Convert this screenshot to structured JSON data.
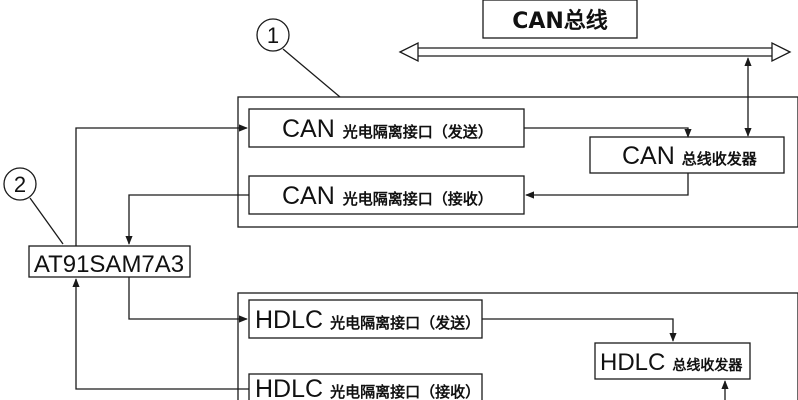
{
  "bus_title": "CAN总线",
  "markers": {
    "m1": "1",
    "m2": "2"
  },
  "mcu": "AT91SAM7A3",
  "can": {
    "tx": {
      "prefix": "CAN",
      "text": "光电隔离接口（发送）"
    },
    "rx": {
      "prefix": "CAN",
      "text": "光电隔离接口（接收）"
    },
    "transceiver": {
      "prefix": "CAN",
      "text": "总线收发器"
    }
  },
  "hdlc": {
    "tx": {
      "prefix": "HDLC",
      "text": "光电隔离接口（发送）"
    },
    "rx": {
      "prefix": "HDLC",
      "text": "光电隔离接口（接收）"
    },
    "transceiver": {
      "prefix": "HDLC",
      "text": "总线收发器"
    }
  },
  "colors": {
    "line": "#1a1a1a",
    "background": "#ffffff"
  }
}
